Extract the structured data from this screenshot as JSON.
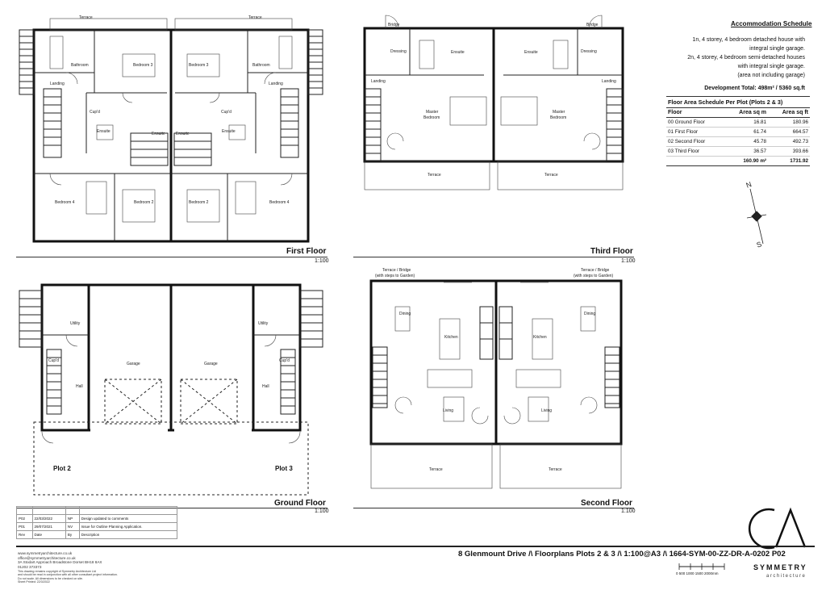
{
  "schedule": {
    "title": "Accommodation Schedule",
    "desc_lines": [
      "1n, 4 storey, 4 bedroom detached house with",
      "integral single garage.",
      "2n, 4 storey, 4 bedroom semi-detached houses",
      "with integral single garage.",
      "(area not including garage)"
    ],
    "development_total": "Development Total: 498m² / 5360 sq.ft",
    "table_title": "Floor Area Schedule Per Plot (Plots 2 & 3)",
    "headers": [
      "Floor",
      "Area sq m",
      "Area sq ft"
    ],
    "rows": [
      [
        "00 Ground Floor",
        "16.81",
        "180.96"
      ],
      [
        "01 First Floor",
        "61.74",
        "664.57"
      ],
      [
        "02 Second Floor",
        "45.78",
        "492.73"
      ],
      [
        "03 Third Floor",
        "36.57",
        "393.66"
      ]
    ],
    "total": [
      "",
      "160.90 m²",
      "1731.92"
    ]
  },
  "floors": {
    "first": {
      "name": "First Floor",
      "scale": "1:100"
    },
    "third": {
      "name": "Third Floor",
      "scale": "1:100"
    },
    "ground": {
      "name": "Ground Floor",
      "scale": "1:100"
    },
    "second": {
      "name": "Second Floor",
      "scale": "1:100"
    }
  },
  "first_labels": {
    "terrace": "Terrace",
    "bathroom": "Bathroom",
    "bedroom3": "Bedroom 3",
    "landing": "Landing",
    "cupd": "Cup'd",
    "ensuite": "Ensuite",
    "bedroom4": "Bedroom 4",
    "bedroom2": "Bedroom 2"
  },
  "third_labels": {
    "bridge": "Bridge",
    "dressing": "Dressing",
    "ensuite": "Ensuite",
    "landing": "Landing",
    "master": "Master",
    "bedroom": "Bedroom",
    "terrace": "Terrace"
  },
  "ground_labels": {
    "utility": "Utility",
    "cupd": "Cup'd",
    "hall": "Hall",
    "garage": "Garage",
    "plot2": "Plot 2",
    "plot3": "Plot 3"
  },
  "second_labels": {
    "terrace_bridge": "Terrace / Bridge",
    "with_steps": "(with steps to Garden)",
    "dining": "Dining",
    "kitchen": "Kitchen",
    "living": "Living",
    "terrace": "Terrace"
  },
  "revisions": {
    "rows": [
      [
        "P02",
        "22/03/2022",
        "NP",
        "Design updated to comments"
      ],
      [
        "P01",
        "29/07/2021",
        "NV",
        "Issue for Outline Planning Application."
      ]
    ],
    "headers": [
      "Rev",
      "Date",
      "By",
      "Description"
    ]
  },
  "footer": {
    "lines": [
      "www.symmetryarchitecture.co.uk",
      "office@symmetryarchitecture.co.uk",
      "3A Stodart Approach Broadstone Dorset BH18 8AX",
      "01202 373373"
    ],
    "notes": [
      "This drawing remains copyright of Symmetry Architecture Ltd",
      "and should be read in conjunction with all other consultant project information.",
      "Do not scale. All dimensions to be checked on site.",
      "Sheet Printed: 22/3/2022"
    ],
    "title": "8 Glenmount Drive  /\\  Floorplans Plots 2 & 3  /\\  1:100@A3  /\\  1664-SYM-00-ZZ-DR-A-0202 P02",
    "scale_nums": "0    500   1000  1500   2000mm",
    "brand": "SYMMETRY",
    "brand_sub": "architecture"
  },
  "north": {
    "n": "N",
    "s": "S"
  }
}
